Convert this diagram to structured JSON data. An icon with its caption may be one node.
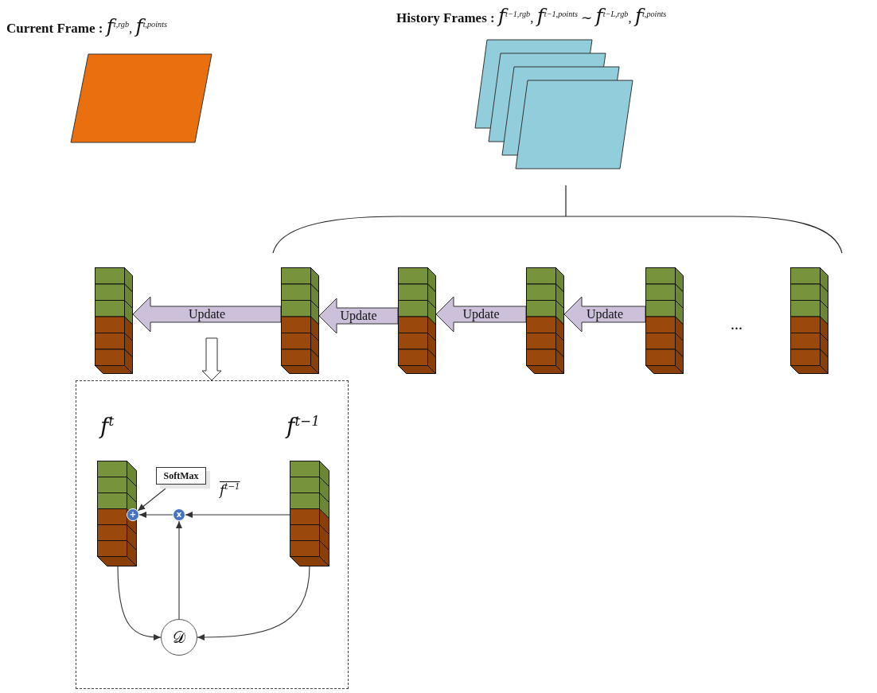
{
  "diagram": {
    "nodes": [
      {
        "text": [
          "**Current Frame :** *f*$^{t,rgb}$, *f*$^{t,points}$"
        ]
      },
      {
        "text": [
          "**History Frames :** *f*$^{t−1,rgb}$, *f*$^{t−1,points}$ ∼ *f*$^{t−L,rgb}$, *f*$^{t,points}$"
        ]
      },
      {
        "text": [],
        "shape": "bar"
      },
      {
        "text": [],
        "shape": "bar"
      },
      {
        "text": [],
        "shape": "bar"
      },
      {
        "text": [],
        "shape": "bar"
      },
      {
        "text": [],
        "shape": "bar"
      },
      {
        "text": [],
        "shape": "bar"
      },
      {
        "text": [],
        "shape": "box"
      },
      {
        "text": [
          "*f*$^{t}$"
        ],
        "in": 8
      },
      {
        "text": [
          "*f*$^{t−1}$"
        ],
        "in": 8
      },
      {
        "text": [
          "SoftMax"
        ],
        "in": 8
      },
      {
        "text": [
          "+"
        ],
        "in": 8
      },
      {
        "text": [
          "x"
        ],
        "in": 8
      },
      {
        "text": [
          "𝒟"
        ],
        "in": 8
      }
    ],
    "edges": [
      {
        "from": 3,
        "to": 2,
        "arrow": "to",
        "label": "Update",
        "style": "thick"
      },
      {
        "from": 4,
        "to": 3,
        "arrow": "to",
        "label": "Update",
        "style": "thick"
      },
      {
        "from": 5,
        "to": 4,
        "arrow": "to",
        "label": "Update",
        "style": "thick"
      },
      {
        "from": 6,
        "to": 5,
        "arrow": "to",
        "label": "Update",
        "style": "thick"
      },
      {
        "from": null,
        "to": 8,
        "arrow": "to",
        "style": "thick"
      },
      {
        "from": 11,
        "to": 12,
        "arrow": "to"
      },
      {
        "from": 13,
        "to": 12,
        "arrow": "to"
      },
      {
        "from": 10,
        "to": 13,
        "arrow": "to",
        "label": "*f*$^{t−1}$"
      },
      {
        "from": 9,
        "to": 14,
        "arrow": "to"
      },
      {
        "from": 10,
        "to": 14,
        "arrow": "to"
      },
      {
        "from": 14,
        "to": 13,
        "arrow": "to"
      }
    ],
    "labels": [
      "..."
    ]
  }
}
